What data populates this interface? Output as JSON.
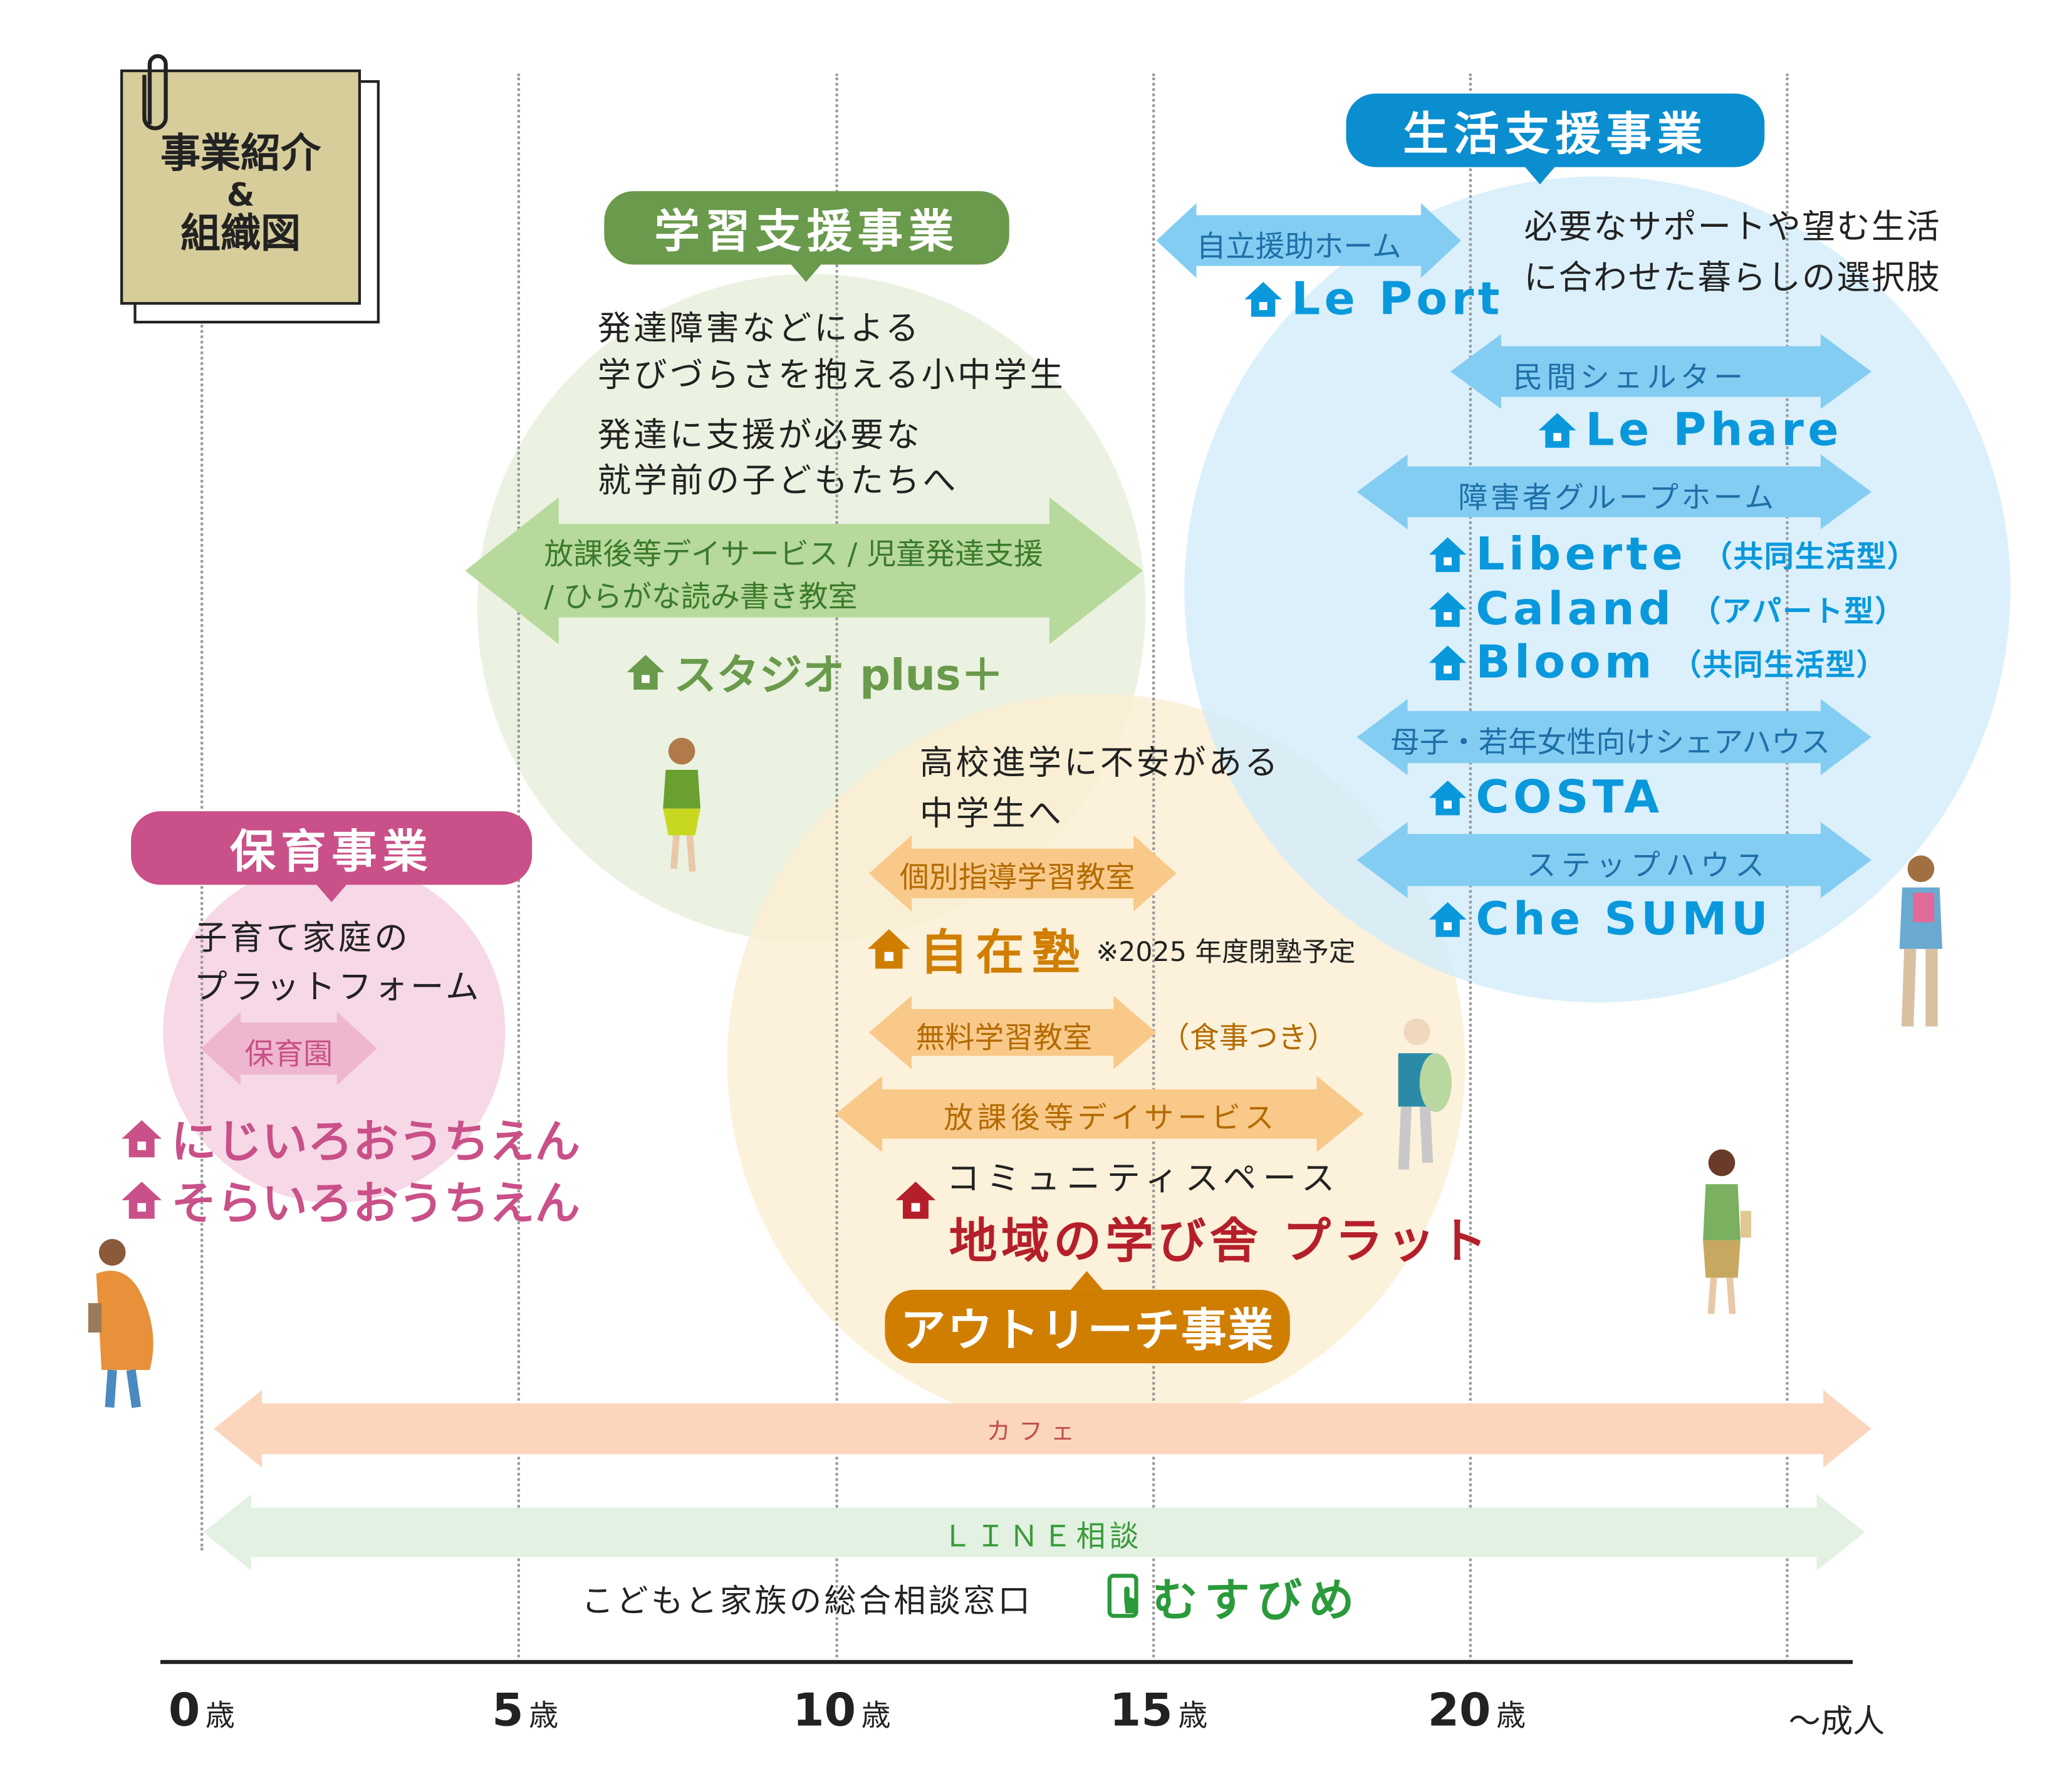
{
  "memo": {
    "line1": "事業紹介",
    "line2": "&",
    "line3": "組織図"
  },
  "axis": {
    "ticks": [
      "0",
      "5",
      "10",
      "15",
      "20"
    ],
    "unit": "歳",
    "adult": "～成人"
  },
  "learning": {
    "title": "学習支援事業",
    "desc": [
      "発達障害などによる",
      "学びづらさを抱える小中学生",
      "発達に支援が必要な",
      "就学前の子どもたちへ"
    ],
    "arrow": [
      "放課後等デイサービス / 児童発達支援",
      "/ ひらがな読み書き教室"
    ],
    "facility": "スタジオ plus＋",
    "color": "#6a9a4c"
  },
  "childcare": {
    "title": "保育事業",
    "desc": [
      "子育て家庭の",
      "プラットフォーム"
    ],
    "arrow": "保育園",
    "facilities": [
      "にじいろおうちえん",
      "そらいろおうちえん"
    ],
    "color": "#c95088"
  },
  "outreach": {
    "title": "アウトリーチ事業",
    "desc": [
      "高校進学に不安がある",
      "中学生へ"
    ],
    "arrow1": "個別指導学習教室",
    "facility1": "自在塾",
    "note1": "※2025 年度閉塾予定",
    "arrow2": "無料学習教室",
    "arrow2_note": "（食事つき）",
    "arrow3": "放課後等デイサービス",
    "community": "コミュニティスペース",
    "facility2": "地域の学び舎 プラット",
    "color": "#d07e00"
  },
  "living": {
    "title": "生活支援事業",
    "desc": [
      "必要なサポートや望む生活",
      "に合わせた暮らしの選択肢"
    ],
    "groups": [
      {
        "arrow": "自立援助ホーム",
        "facilities": [
          {
            "name": "Le Port",
            "type": ""
          }
        ]
      },
      {
        "arrow": "民間シェルター",
        "facilities": [
          {
            "name": "Le Phare",
            "type": ""
          }
        ]
      },
      {
        "arrow": "障害者グループホーム",
        "facilities": [
          {
            "name": "Liberte",
            "type": "（共同生活型）"
          },
          {
            "name": "Caland",
            "type": "（アパート型）"
          },
          {
            "name": "Bloom",
            "type": "（共同生活型）"
          }
        ]
      },
      {
        "arrow": "母子・若年女性向けシェアハウス",
        "facilities": [
          {
            "name": "COSTA",
            "type": ""
          }
        ]
      },
      {
        "arrow": "ステップハウス",
        "facilities": [
          {
            "name": "Che SUMU",
            "type": ""
          }
        ]
      }
    ],
    "color": "#0a8ed0"
  },
  "cafe": {
    "label": "カフェ"
  },
  "line": {
    "label": "ＬＩＮＥ相談",
    "desc": "こどもと家族の総合相談窓口",
    "brand": "むすびめ"
  }
}
